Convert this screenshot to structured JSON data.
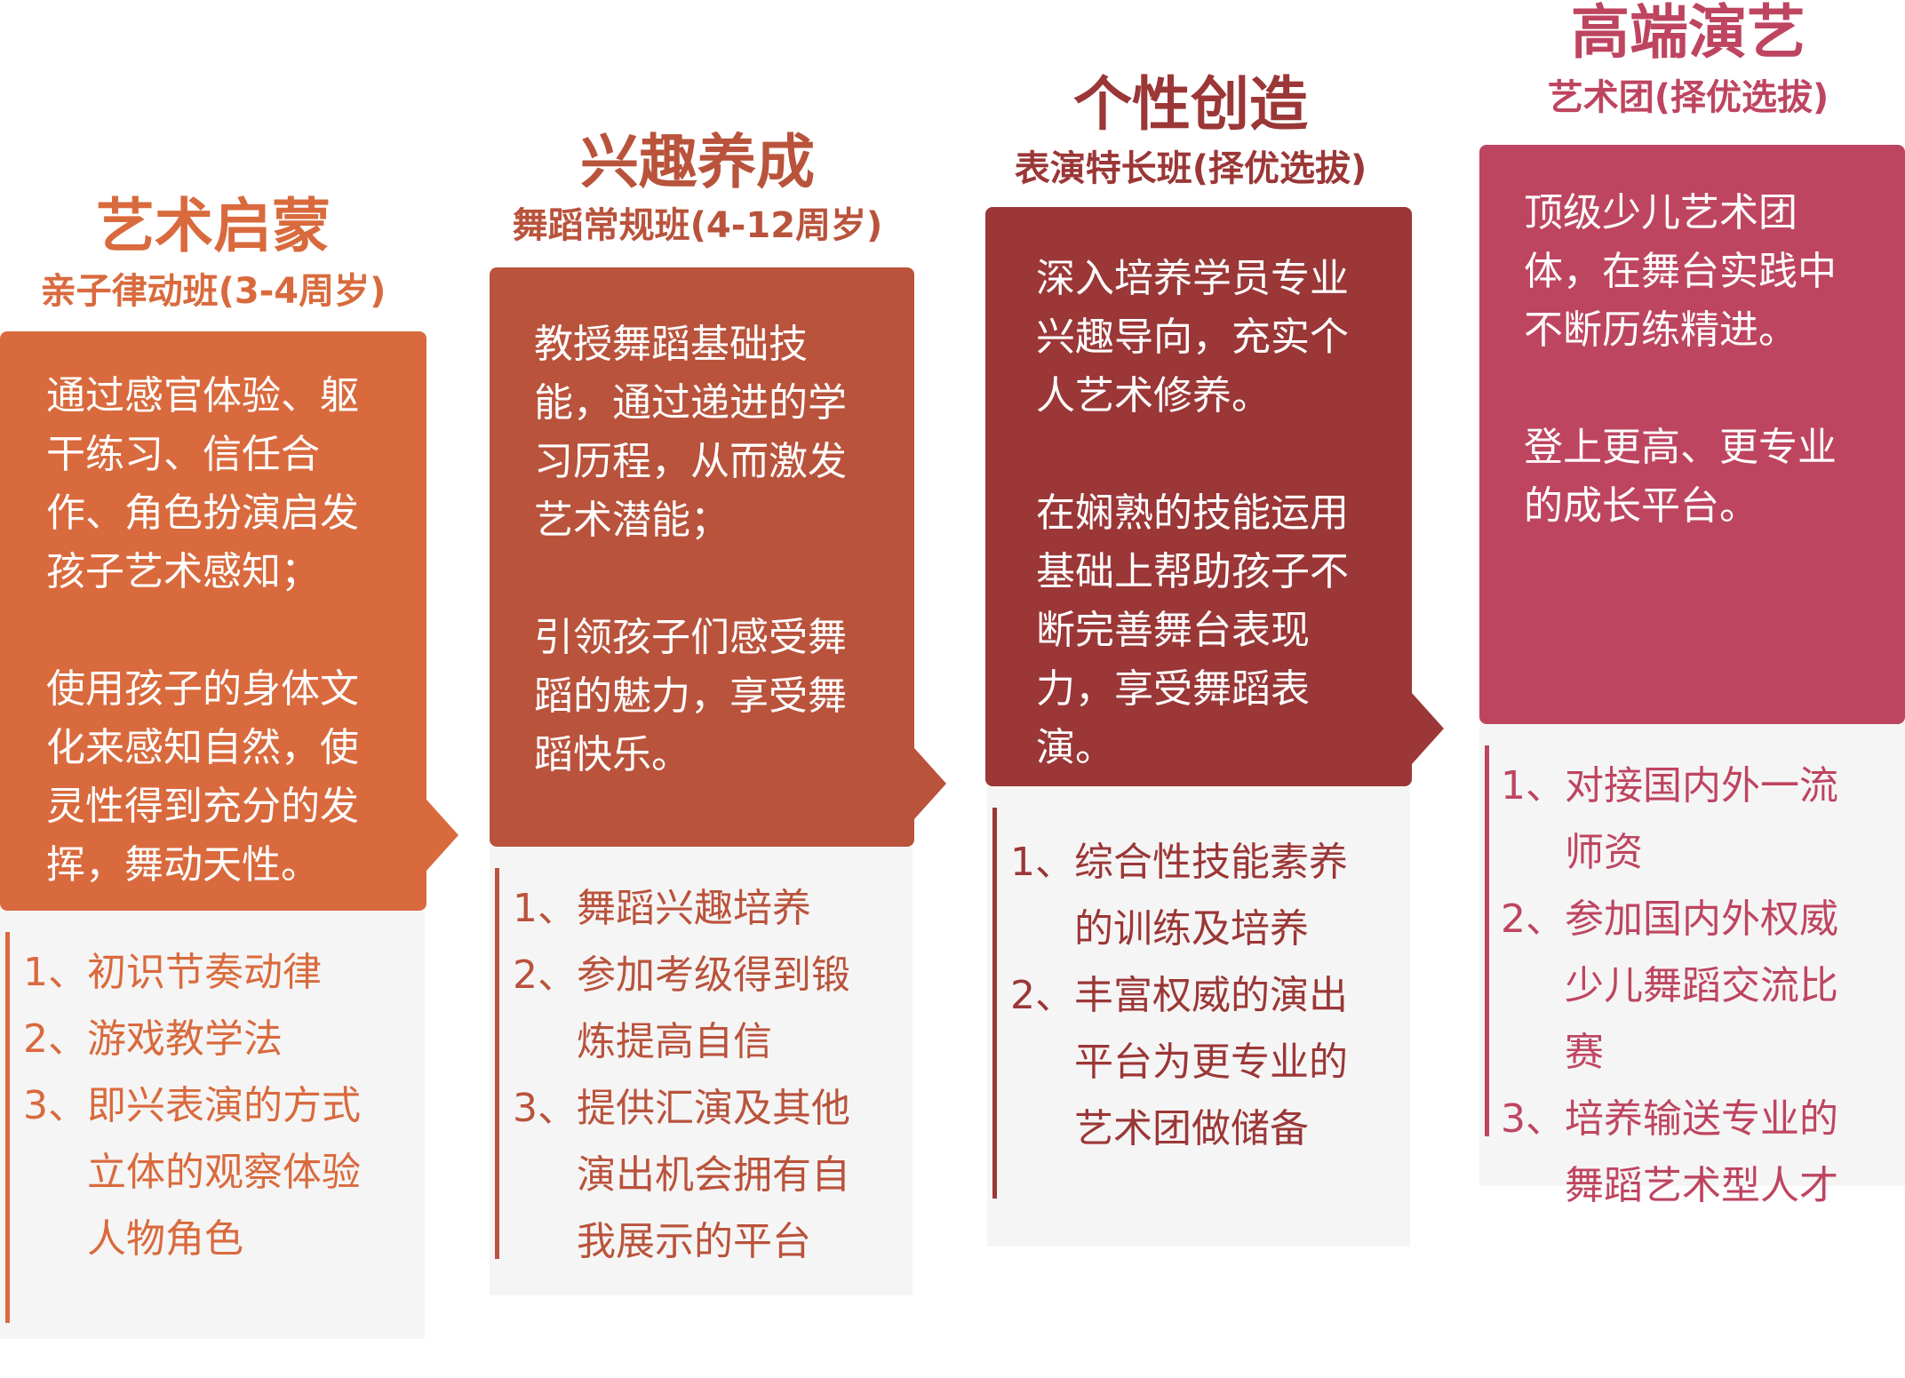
{
  "colors": {
    "stage1": "#d96a3d",
    "stage2": "#b9533c",
    "stage3": "#9b3737",
    "stage4": "#be4560",
    "list_bg": "#f6f5f5"
  },
  "stages": [
    {
      "title": "艺术启蒙",
      "subtitle": "亲子律动班(3-4周岁)",
      "paragraphs": [
        "通过感官体验、躯干练习、信任合作、角色扮演启发孩子艺术感知；",
        "使用孩子的身体文化来感知自然，使灵性得到充分的发挥，舞动天性。"
      ],
      "items": [
        {
          "num": "1、",
          "text": "初识节奏动律"
        },
        {
          "num": "2、",
          "text": "游戏教学法"
        },
        {
          "num": "3、",
          "text": "即兴表演的方式立体的观察体验人物角色"
        }
      ]
    },
    {
      "title": "兴趣养成",
      "subtitle": "舞蹈常规班(4-12周岁)",
      "paragraphs": [
        "教授舞蹈基础技能，通过递进的学习历程，从而激发艺术潜能；",
        "引领孩子们感受舞蹈的魅力，享受舞蹈快乐。"
      ],
      "items": [
        {
          "num": "1、",
          "text": "舞蹈兴趣培养"
        },
        {
          "num": "2、",
          "text": "参加考级得到锻炼提高自信"
        },
        {
          "num": "3、",
          "text": "提供汇演及其他演出机会拥有自我展示的平台"
        }
      ]
    },
    {
      "title": "个性创造",
      "subtitle": "表演特长班(择优选拔)",
      "paragraphs": [
        "深入培养学员专业兴趣导向，充实个人艺术修养。",
        "在娴熟的技能运用基础上帮助孩子不断完善舞台表现力，享受舞蹈表演。"
      ],
      "items": [
        {
          "num": "1、",
          "text": "综合性技能素养的训练及培养"
        },
        {
          "num": "2、",
          "text": "丰富权威的演出平台为更专业的艺术团做储备"
        }
      ]
    },
    {
      "title": "高端演艺",
      "subtitle": "艺术团(择优选拔)",
      "paragraphs": [
        "顶级少儿艺术团体，在舞台实践中不断历练精进。",
        "登上更高、更专业的成长平台。"
      ],
      "items": [
        {
          "num": "1、",
          "text": "对接国内外一流师资"
        },
        {
          "num": "2、",
          "text": "参加国内外权威少儿舞蹈交流比赛"
        },
        {
          "num": "3、",
          "text": "培养输送专业的舞蹈艺术型人才"
        }
      ]
    }
  ]
}
